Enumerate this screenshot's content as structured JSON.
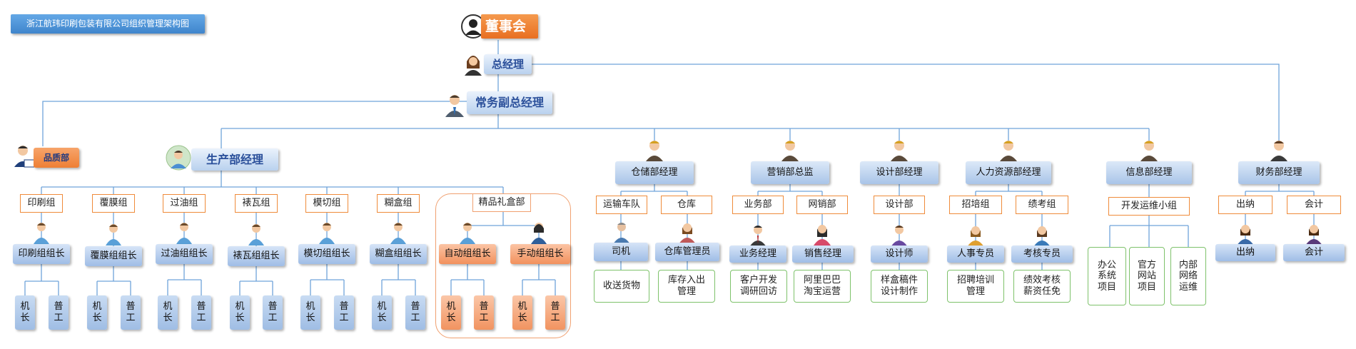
{
  "title": "浙江航玮印刷包装有限公司组织管理架构图",
  "board": "董事会",
  "gm": "总经理",
  "vgm": "常务副总经理",
  "quality": "品质部",
  "production": {
    "manager": "生产部经理",
    "groups": [
      {
        "name": "印刷组",
        "leader": "印刷组组长",
        "workers": [
          "机长",
          "普工"
        ]
      },
      {
        "name": "覆膜组",
        "leader": "覆膜组组长",
        "workers": [
          "机长",
          "普工"
        ]
      },
      {
        "name": "过油组",
        "leader": "过油组组长",
        "workers": [
          "机长",
          "普工"
        ]
      },
      {
        "name": "裱瓦组",
        "leader": "裱瓦组组长",
        "workers": [
          "机长",
          "普工"
        ]
      },
      {
        "name": "模切组",
        "leader": "模切组组长",
        "workers": [
          "机长",
          "普工"
        ]
      },
      {
        "name": "糊盒组",
        "leader": "糊盒组组长",
        "workers": [
          "机长",
          "普工"
        ]
      }
    ],
    "boutique": {
      "name": "精品礼盒部",
      "groups": [
        {
          "leader": "自动组组长",
          "workers": [
            "机长",
            "普工"
          ]
        },
        {
          "leader": "手动组组长",
          "workers": [
            "机长",
            "普工"
          ]
        }
      ]
    }
  },
  "departments": [
    {
      "manager": "仓储部经理",
      "subs": [
        {
          "name": "运输车队",
          "role": "司机",
          "duty": "收送货物"
        },
        {
          "name": "仓库",
          "role": "仓库管理员",
          "duty": "库存入出\n管理"
        }
      ]
    },
    {
      "manager": "营销部总监",
      "subs": [
        {
          "name": "业务部",
          "role": "业务经理",
          "duty": "客户开发\n调研回访"
        },
        {
          "name": "网销部",
          "role": "销售经理",
          "duty": "阿里巴巴\n淘宝运营"
        }
      ]
    },
    {
      "manager": "设计部经理",
      "subs": [
        {
          "name": "设计部",
          "role": "设计师",
          "duty": "样盒稿件\n设计制作"
        }
      ]
    },
    {
      "manager": "人力资源部经理",
      "subs": [
        {
          "name": "招培组",
          "role": "人事专员",
          "duty": "招聘培训\n管理"
        },
        {
          "name": "绩考组",
          "role": "考核专员",
          "duty": "绩效考核\n薪资任免"
        }
      ]
    },
    {
      "manager": "信息部经理",
      "subs": [
        {
          "name": "开发运维小组",
          "duties": [
            "办公\n系统\n项目",
            "官方\n网站\n项目",
            "内部\n网络\n运维"
          ]
        }
      ]
    },
    {
      "manager": "财务部经理",
      "subs": [
        {
          "name": "出纳",
          "role": "出纳"
        },
        {
          "name": "会计",
          "role": "会计"
        }
      ]
    }
  ],
  "colors": {
    "line": "#6fa3da",
    "orange": "#ef8b3a",
    "green": "#7ec26b",
    "blue_box": "#a9c4e8"
  }
}
